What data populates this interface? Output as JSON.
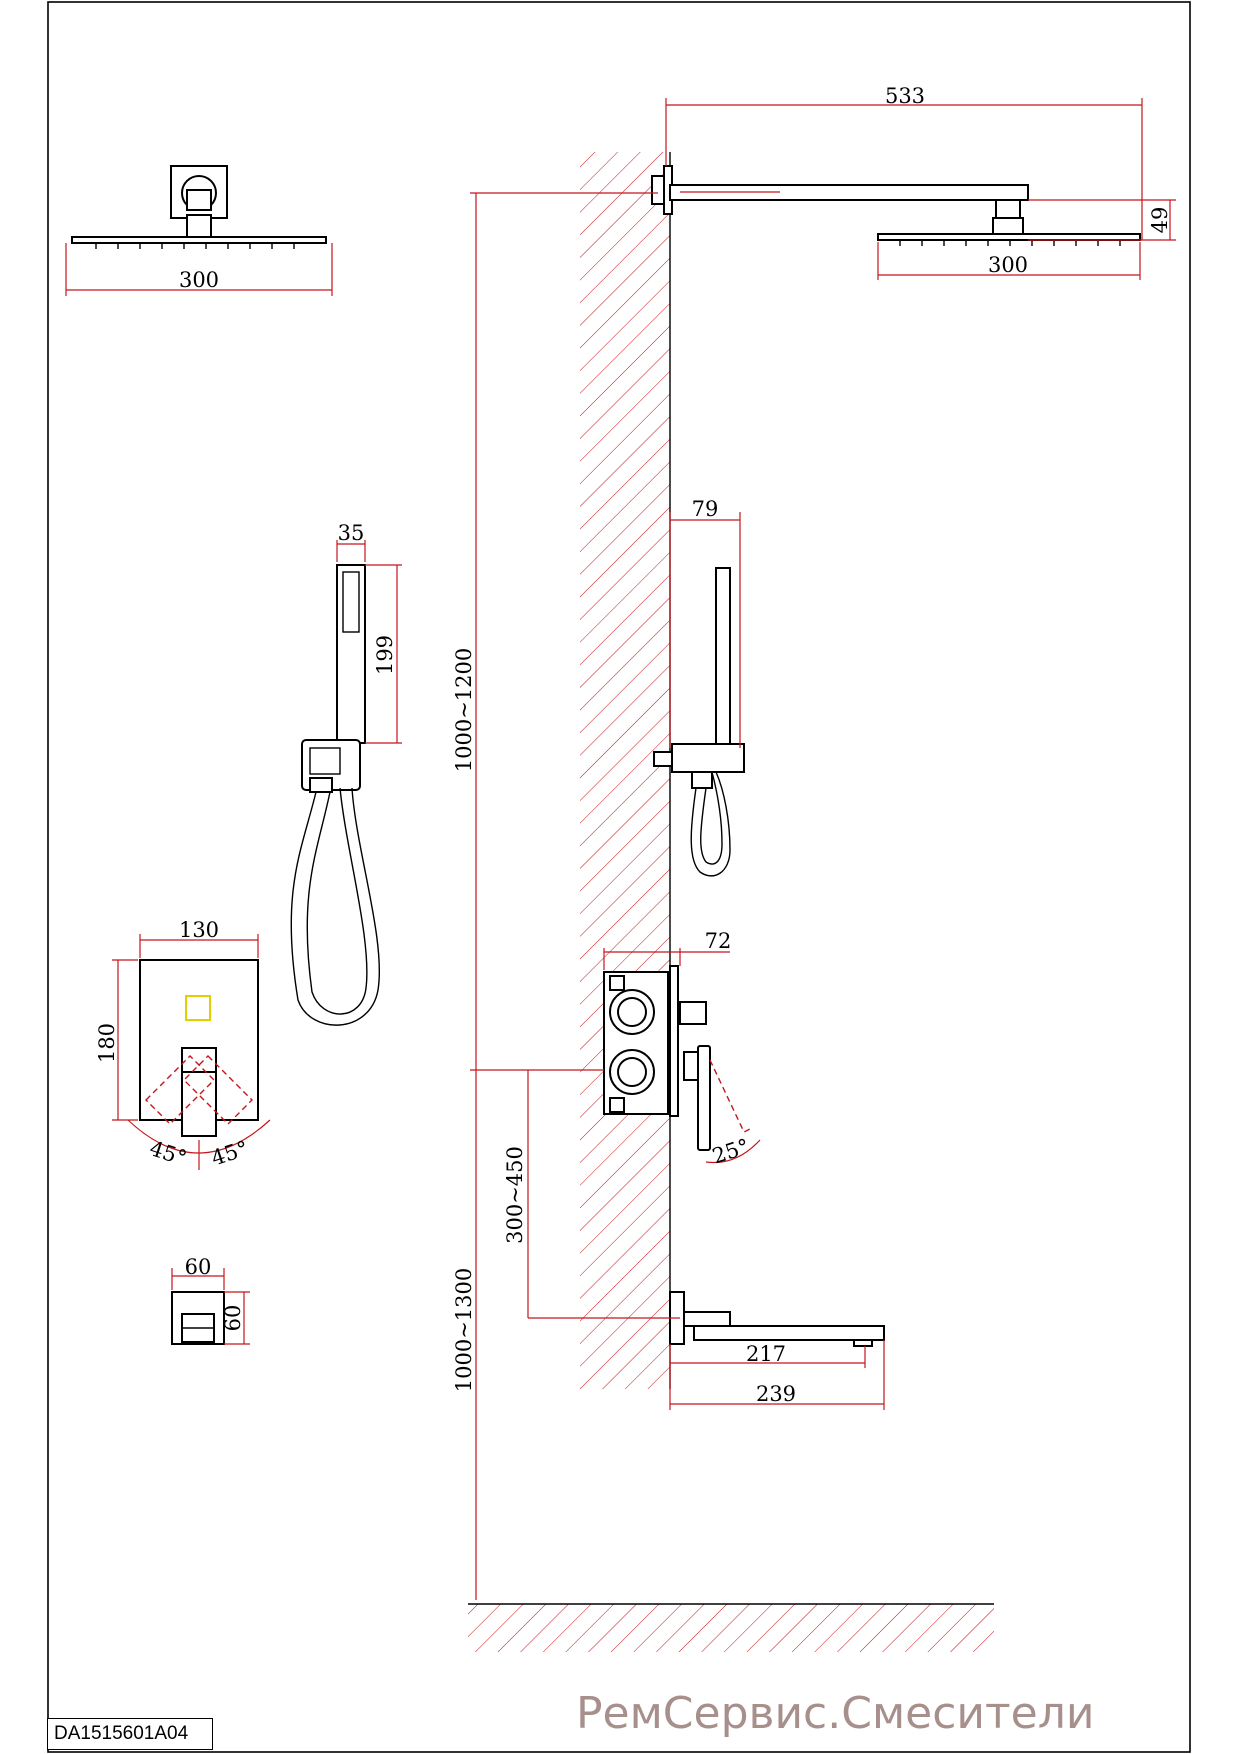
{
  "drawing_code": "DA1515601A04",
  "watermark": "РемСервис.Смесители",
  "colors": {
    "dimension": "#c4161c",
    "outline": "#000000"
  },
  "dimensions": {
    "shower_arm_length": "533",
    "shower_head_width_top_view": "300",
    "shower_head_width_side_view": "300",
    "shower_head_height": "49",
    "hand_shower_width": "35",
    "hand_shower_height": "199",
    "hand_shower_projection": "79",
    "head_height_range": "1000~1200",
    "control_box_depth": "72",
    "control_plate_width": "130",
    "control_plate_height": "180",
    "lever_angle_left": "45°",
    "lever_angle_right": "45°",
    "lever_angle_side": "25°",
    "spout_offset_range": "300~450",
    "control_height_range": "1000~1300",
    "diverter_width": "60",
    "diverter_height": "60",
    "spout_reach": "217",
    "spout_length": "239"
  }
}
